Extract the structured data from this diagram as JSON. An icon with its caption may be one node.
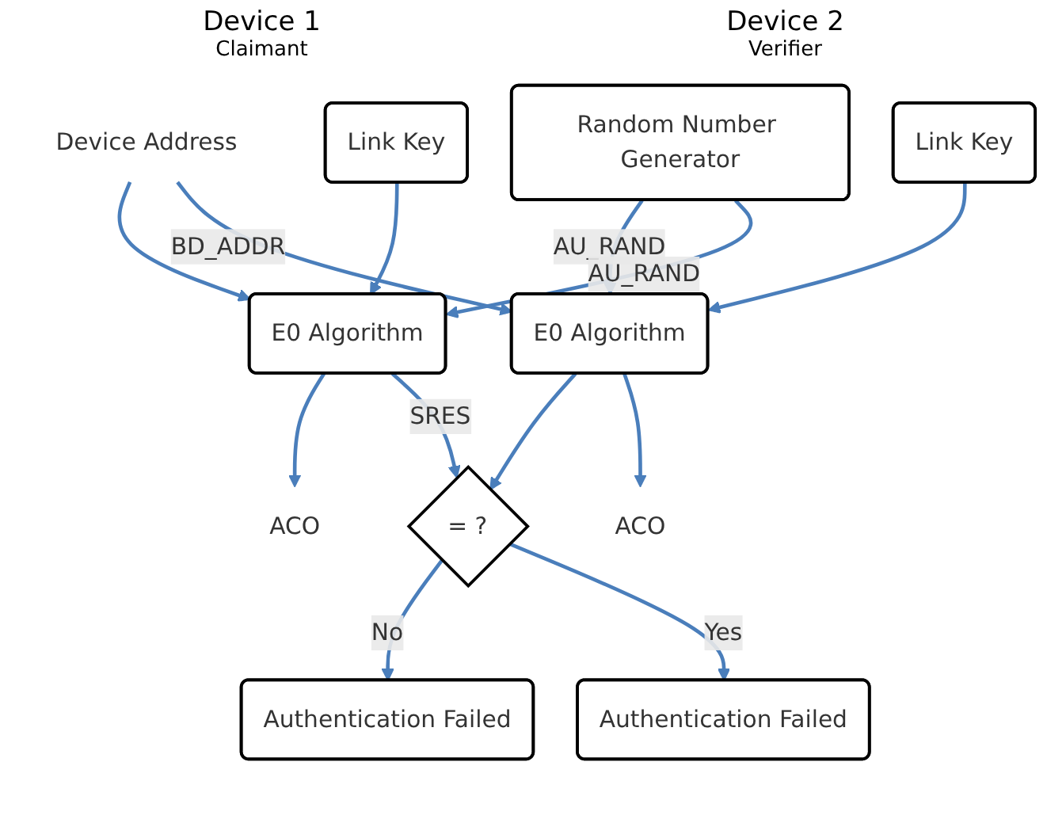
{
  "diagram": {
    "nodes": [
      {
        "text": [
          "Random Number Generator"
        ]
      },
      {
        "text": [
          "Device Address"
        ]
      },
      {
        "text": [
          "Link Key"
        ]
      },
      {
        "text": [
          "E0 Algorithm"
        ]
      },
      {
        "text": [
          "E0 Algorithm"
        ]
      },
      {
        "text": [
          "Link Key"
        ]
      },
      {
        "text": [
          "ACO"
        ]
      },
      {
        "text": [
          "ACO"
        ]
      },
      {
        "text": [
          "= ?"
        ]
      },
      {
        "text": [
          "Authentication Failed"
        ]
      },
      {
        "text": [
          "Authentication Failed"
        ]
      }
    ],
    "edges": [
      {
        "from": 1,
        "to": 3,
        "arrow": "to"
      },
      {
        "from": 1,
        "to": 4,
        "arrow": "to",
        "label": "BD_ADDR"
      },
      {
        "from": 0,
        "to": 4,
        "arrow": "to",
        "label": "AU_RAND"
      },
      {
        "from": 0,
        "to": 3,
        "arrow": "to",
        "label": "AU_RAND"
      },
      {
        "from": 2,
        "to": 3,
        "arrow": "to"
      },
      {
        "from": 5,
        "to": 4,
        "arrow": "to"
      },
      {
        "from": 3,
        "to": 6,
        "arrow": "to"
      },
      {
        "from": 3,
        "to": 8,
        "arrow": "to",
        "label": "SRES"
      },
      {
        "from": 4,
        "to": 8,
        "arrow": "to"
      },
      {
        "from": 4,
        "to": 7,
        "arrow": "to"
      },
      {
        "from": 8,
        "to": 9,
        "arrow": "to",
        "label": "No"
      },
      {
        "from": 8,
        "to": 10,
        "arrow": "to",
        "label": "Yes"
      }
    ],
    "labels": [
      "Device 1",
      "Claimant",
      "Device 2",
      "Verifier"
    ]
  }
}
